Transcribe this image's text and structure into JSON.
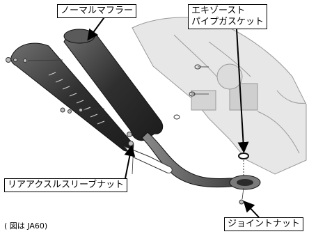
{
  "labels": {
    "normal_muffler": "ノーマルマフラー",
    "exhaust_line1": "エキゾースト",
    "exhaust_line2": "パイプガスケット",
    "rear_axle_nut": "リアアクスルスリーブナット",
    "joint_nut": "ジョイントナット"
  },
  "note": "( 図は JA60)",
  "icons": [
    "arrow-icon",
    "bolt-icon",
    "washer-icon",
    "gasket-icon"
  ]
}
